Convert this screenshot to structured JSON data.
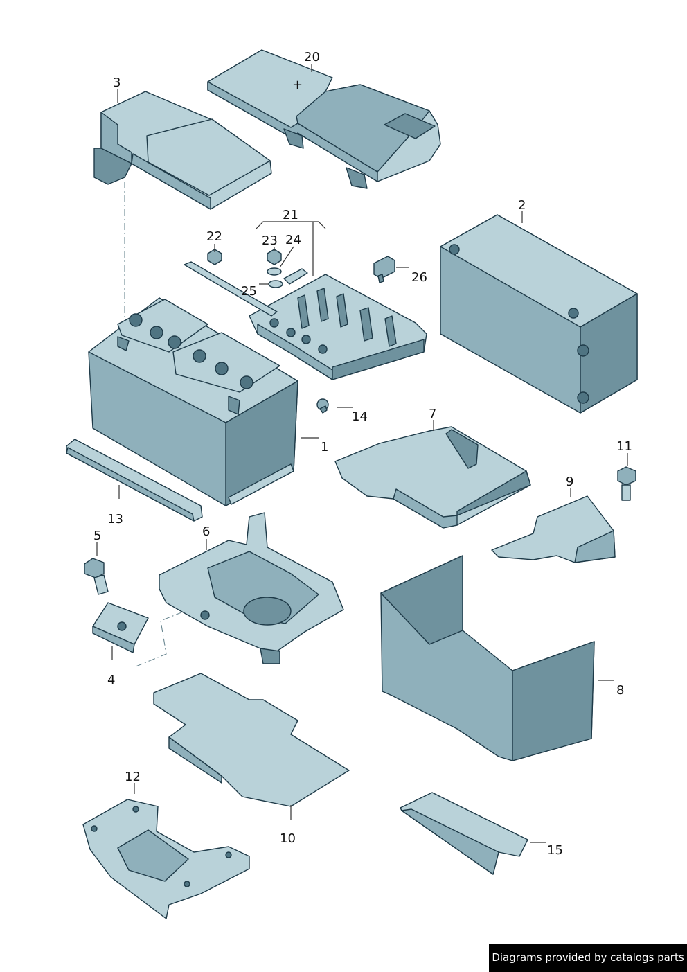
{
  "callouts": [
    {
      "id": "c1",
      "text": "1"
    },
    {
      "id": "c2",
      "text": "2"
    },
    {
      "id": "c3",
      "text": "3"
    },
    {
      "id": "c4",
      "text": "4"
    },
    {
      "id": "c5",
      "text": "5"
    },
    {
      "id": "c6",
      "text": "6"
    },
    {
      "id": "c7",
      "text": "7"
    },
    {
      "id": "c8",
      "text": "8"
    },
    {
      "id": "c9",
      "text": "9"
    },
    {
      "id": "c10",
      "text": "10"
    },
    {
      "id": "c11",
      "text": "11"
    },
    {
      "id": "c12",
      "text": "12"
    },
    {
      "id": "c13",
      "text": "13"
    },
    {
      "id": "c14",
      "text": "14"
    },
    {
      "id": "c15",
      "text": "15"
    },
    {
      "id": "c20",
      "text": "20"
    },
    {
      "id": "c21",
      "text": "21"
    },
    {
      "id": "c22",
      "text": "22"
    },
    {
      "id": "c23",
      "text": "23"
    },
    {
      "id": "c24",
      "text": "24"
    },
    {
      "id": "c25",
      "text": "25"
    },
    {
      "id": "c26",
      "text": "26"
    }
  ],
  "polarity_mark": "+",
  "watermark": "Diagrams provided by catalogs parts"
}
